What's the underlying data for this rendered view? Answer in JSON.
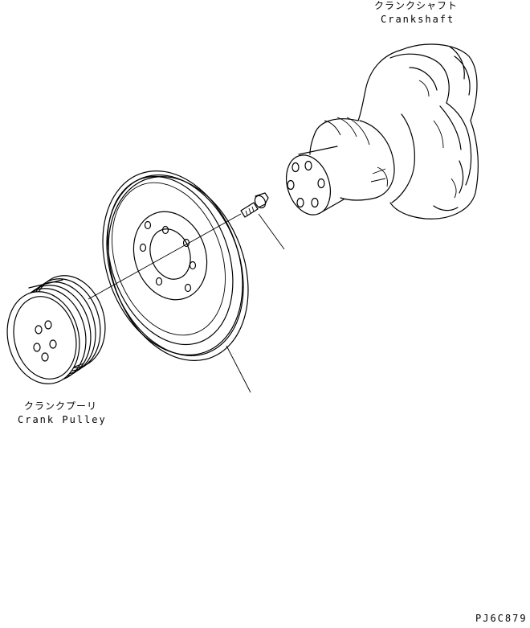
{
  "labels": {
    "crankshaft_jp": "クランクシャフト",
    "crankshaft_en": "Crankshaft",
    "crank_pulley_jp": "クランクプーリ",
    "crank_pulley_en": "Crank Pulley",
    "figure_code": "PJ6C879"
  },
  "colors": {
    "line": "#000000",
    "background": "#ffffff"
  }
}
